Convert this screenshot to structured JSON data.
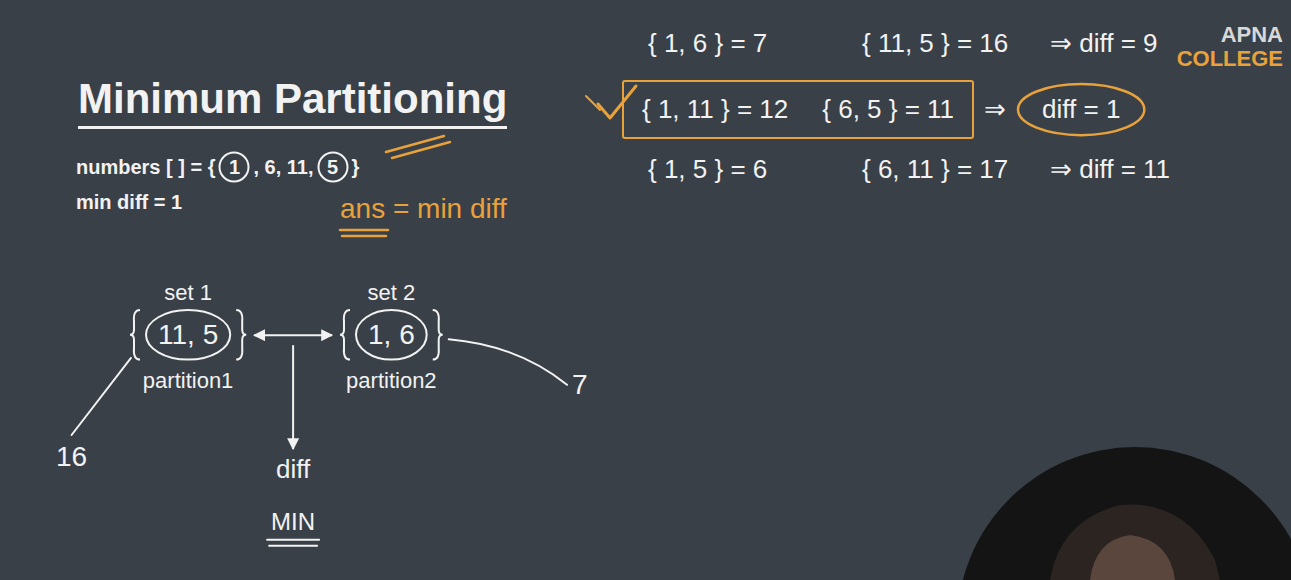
{
  "diagram": {
    "title": "Minimum Partitioning",
    "nodes": [
      {
        "text": [
          "{ 1, 11 } = 12",
          "{ 6, 5 } = 11"
        ]
      },
      {
        "text": [
          "diff = 1"
        ]
      },
      {
        "text": [
          "1"
        ]
      },
      {
        "text": [
          "5"
        ]
      },
      {
        "text": [
          "set 1",
          "11, 5",
          "partition1"
        ]
      },
      {
        "text": [
          "set 2",
          "1, 6",
          "partition2"
        ]
      }
    ],
    "edges": [
      {
        "from": 4,
        "to": 5,
        "arrow": "both"
      }
    ],
    "labels": [
      "{ 1, 6 } = 7",
      "{ 11, 5 } = 16",
      "⇒ diff = 9",
      "APNA",
      "COLLEGE",
      "⇒",
      "{ 1, 5 } = 6",
      "{ 6, 11 } = 17",
      "⇒ diff = 11",
      "numbers [ ] = {",
      ", 6, 11,",
      "}",
      "ans = min diff",
      "min diff = 1",
      "16",
      "7",
      "diff",
      "MIN"
    ]
  }
}
